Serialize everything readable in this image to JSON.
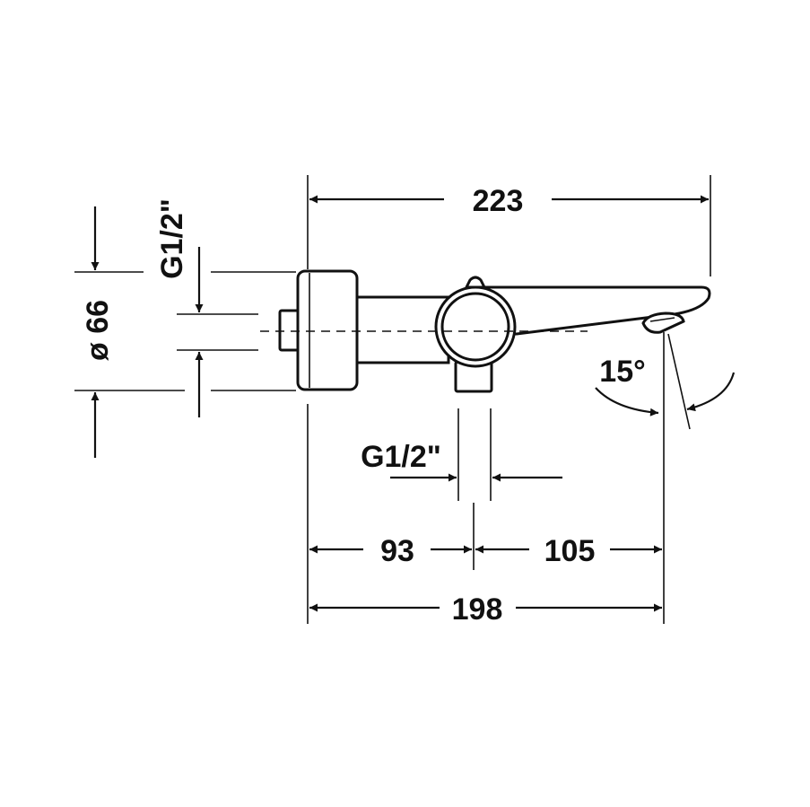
{
  "dimensions": {
    "overall_length": "223",
    "wall_to_spout": "198",
    "wall_to_inlet": "93",
    "inlet_to_spout": "105",
    "diameter": "ø 66",
    "thread_side": "G1/2\"",
    "thread_bottom": "G1/2\"",
    "spout_angle": "15°"
  }
}
